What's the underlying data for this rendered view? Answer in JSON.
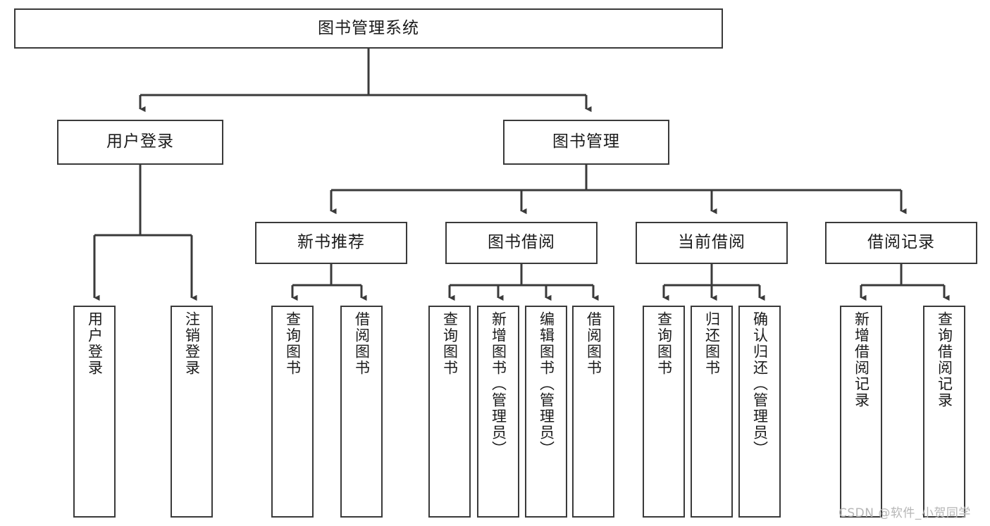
{
  "diagram": {
    "title": "图书管理系统",
    "type": "hierarchy-tree",
    "watermark": "CSDN @软件_小贺同学",
    "colors": {
      "node_border": "#3a3a3a",
      "node_fill": "#ffffff",
      "edge": "#3a3a3a",
      "text": "#1b1b1b",
      "watermark": "#b6b6b6",
      "background": "#ffffff"
    },
    "nodes": {
      "root": {
        "label": "图书管理系统"
      },
      "level2": [
        {
          "id": "user-login",
          "label": "用户登录"
        },
        {
          "id": "book-management",
          "label": "图书管理"
        }
      ],
      "level3": [
        {
          "id": "new-book-recommend",
          "label": "新书推荐"
        },
        {
          "id": "book-borrow",
          "label": "图书借阅"
        },
        {
          "id": "current-borrow",
          "label": "当前借阅"
        },
        {
          "id": "borrow-record",
          "label": "借阅记录"
        }
      ],
      "leaves": {
        "user-login": [
          {
            "id": "leaf-user-login",
            "label": "用户登录"
          },
          {
            "id": "leaf-logout",
            "label": "注销登录"
          }
        ],
        "new-book-recommend": [
          {
            "id": "leaf-query-book-1",
            "label": "查询图书"
          },
          {
            "id": "leaf-borrow-book-1",
            "label": "借阅图书"
          }
        ],
        "book-borrow": [
          {
            "id": "leaf-query-book-2",
            "label": "查询图书"
          },
          {
            "id": "leaf-add-book",
            "label": "新增图书（管理员）"
          },
          {
            "id": "leaf-edit-book",
            "label": "编辑图书（管理员）"
          },
          {
            "id": "leaf-borrow-book-2",
            "label": "借阅图书"
          }
        ],
        "current-borrow": [
          {
            "id": "leaf-query-book-3",
            "label": "查询图书"
          },
          {
            "id": "leaf-return-book",
            "label": "归还图书"
          },
          {
            "id": "leaf-confirm-return",
            "label": "确认归还（管理员）"
          }
        ],
        "borrow-record": [
          {
            "id": "leaf-add-record",
            "label": "新增借阅记录"
          },
          {
            "id": "leaf-query-record",
            "label": "查询借阅记录"
          }
        ]
      }
    }
  }
}
